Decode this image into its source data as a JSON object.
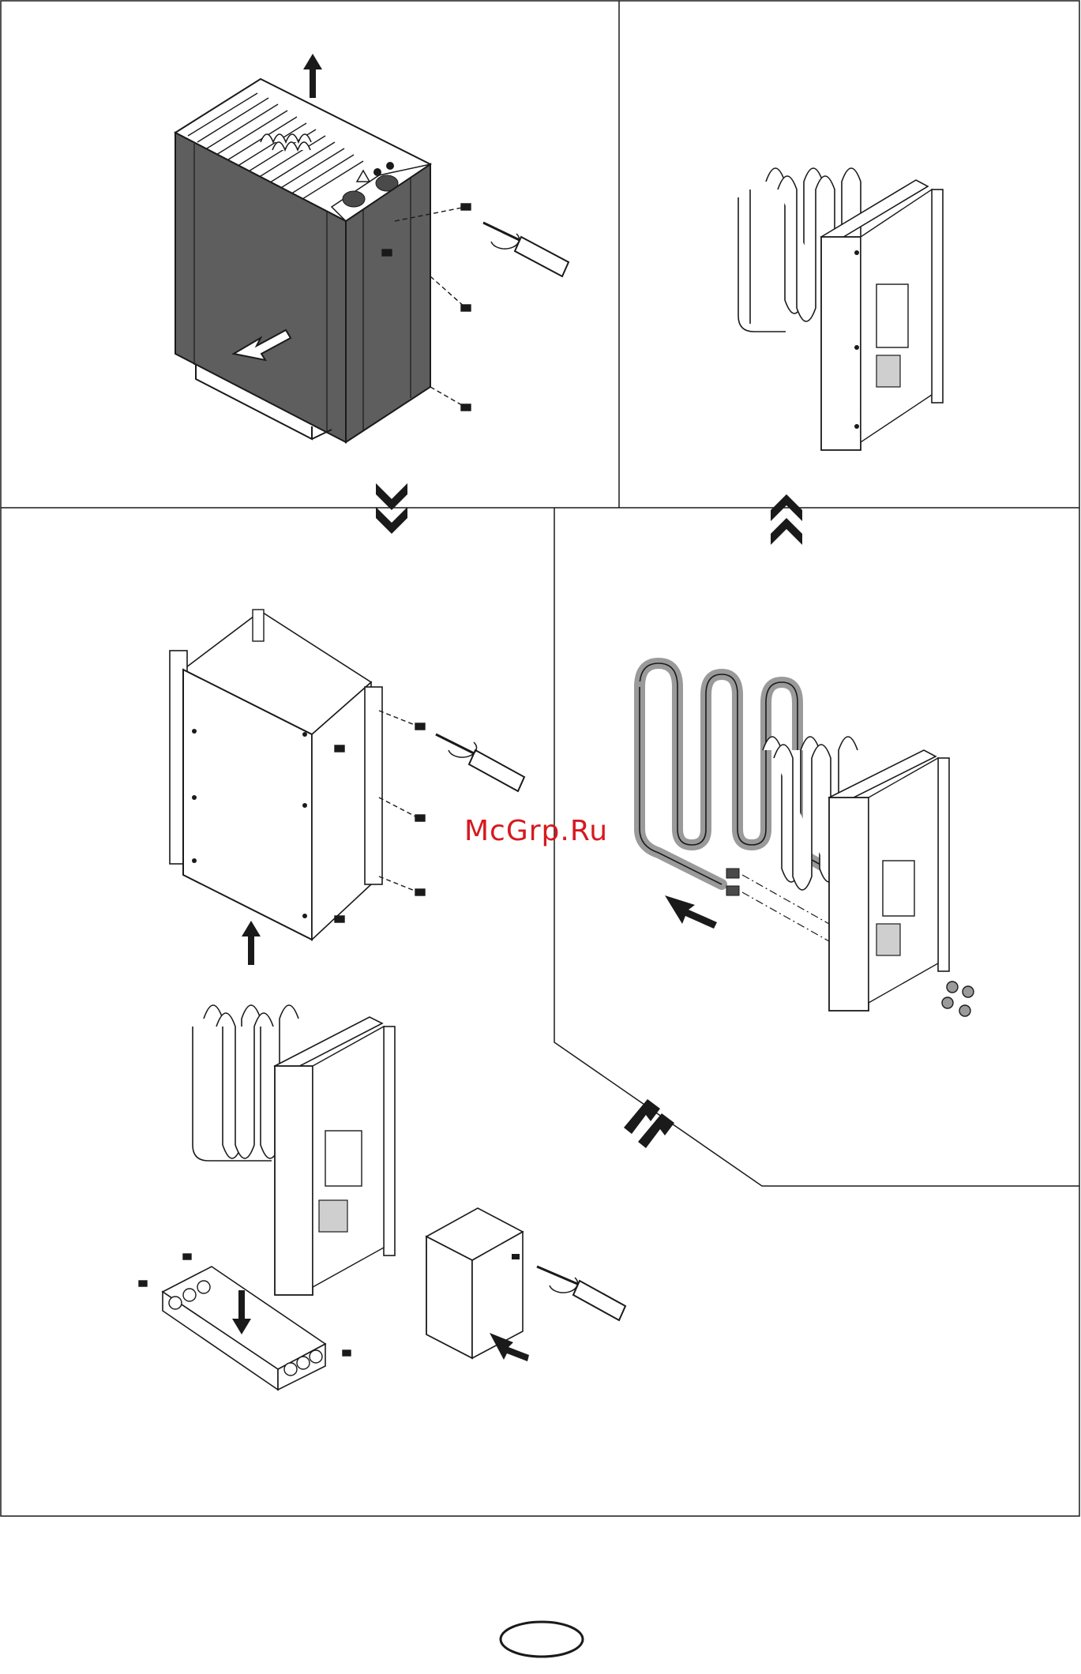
{
  "watermark": {
    "text": "McGrp.Ru",
    "color": "#d7191f"
  },
  "colors": {
    "ink": "#1a1a1a",
    "panel_fill": "#5e5e5e",
    "coil_fill": "#9a9a9a",
    "paper": "#ffffff"
  },
  "steps": [
    {
      "id": "remove-outer-cover",
      "icon": "heater-with-cover"
    },
    {
      "id": "heater-without-cover",
      "icon": "heater-frame-with-elements"
    },
    {
      "id": "remove-side-panels",
      "icon": "frame-with-panel"
    },
    {
      "id": "replace-heating-element",
      "icon": "heating-element"
    },
    {
      "id": "remove-bottom-and-terminal-cover",
      "icon": "bottom-tray-and-cover"
    }
  ],
  "direction_icons": [
    "double-chevron-down-icon",
    "double-chevron-up-icon",
    "double-chevron-up-right-icon"
  ],
  "page_number_badge": {
    "text": ""
  }
}
